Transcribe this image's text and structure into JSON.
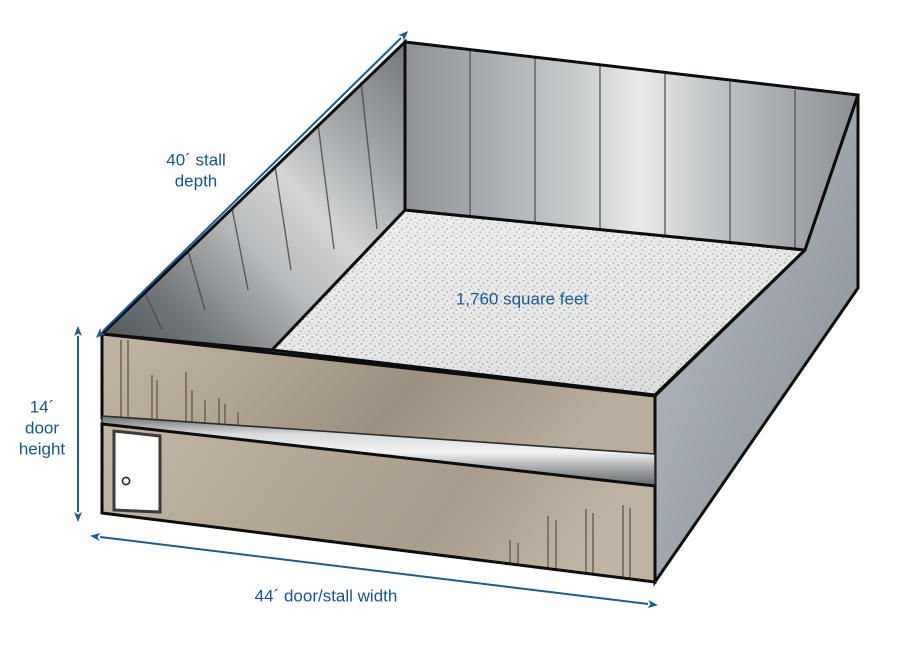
{
  "figure": {
    "type": "building-dimension-diagram",
    "subject": "open-front stall building",
    "background_color": "#ffffff"
  },
  "colors": {
    "dimension_blue": "#1d5a94",
    "label_blue": "#18548c",
    "front_wall_tan": "#b7ab97",
    "front_wall_tan_dark": "#8e8372",
    "side_wall_gray": "#9aa3aa",
    "interior_panel_light": "#e4e6e8",
    "interior_panel_dark": "#7b7f82",
    "floor_gray": "#e3e4e3",
    "floor_speckle": "#9aa0a2",
    "outline_black": "#0d0d0d",
    "door_white": "#ffffff"
  },
  "labels": {
    "depth": {
      "line1": "40´ stall",
      "line2": "depth",
      "value": "40",
      "unit": "´",
      "name": "stall depth"
    },
    "height": {
      "line1": "14´",
      "line2": "door",
      "line3": "height",
      "value": "14",
      "unit": "´",
      "name": "door height"
    },
    "width": {
      "text": "44´ door/stall width",
      "value": "44",
      "unit": "´",
      "name": "door/stall width"
    },
    "area": {
      "text": "1,760 square feet",
      "value": "1,760",
      "unit": "square feet"
    }
  },
  "parts": {
    "floor": "floor-slab",
    "back_wall": "interior-back-wall",
    "left_wall": "interior-left-wall",
    "front_wall": "front-wall-with-door-opening",
    "right_wall": "exterior-right-wall",
    "header_band": "horizontal-metal-header-band",
    "door": "personnel-door",
    "door_knob": "door-knob"
  }
}
